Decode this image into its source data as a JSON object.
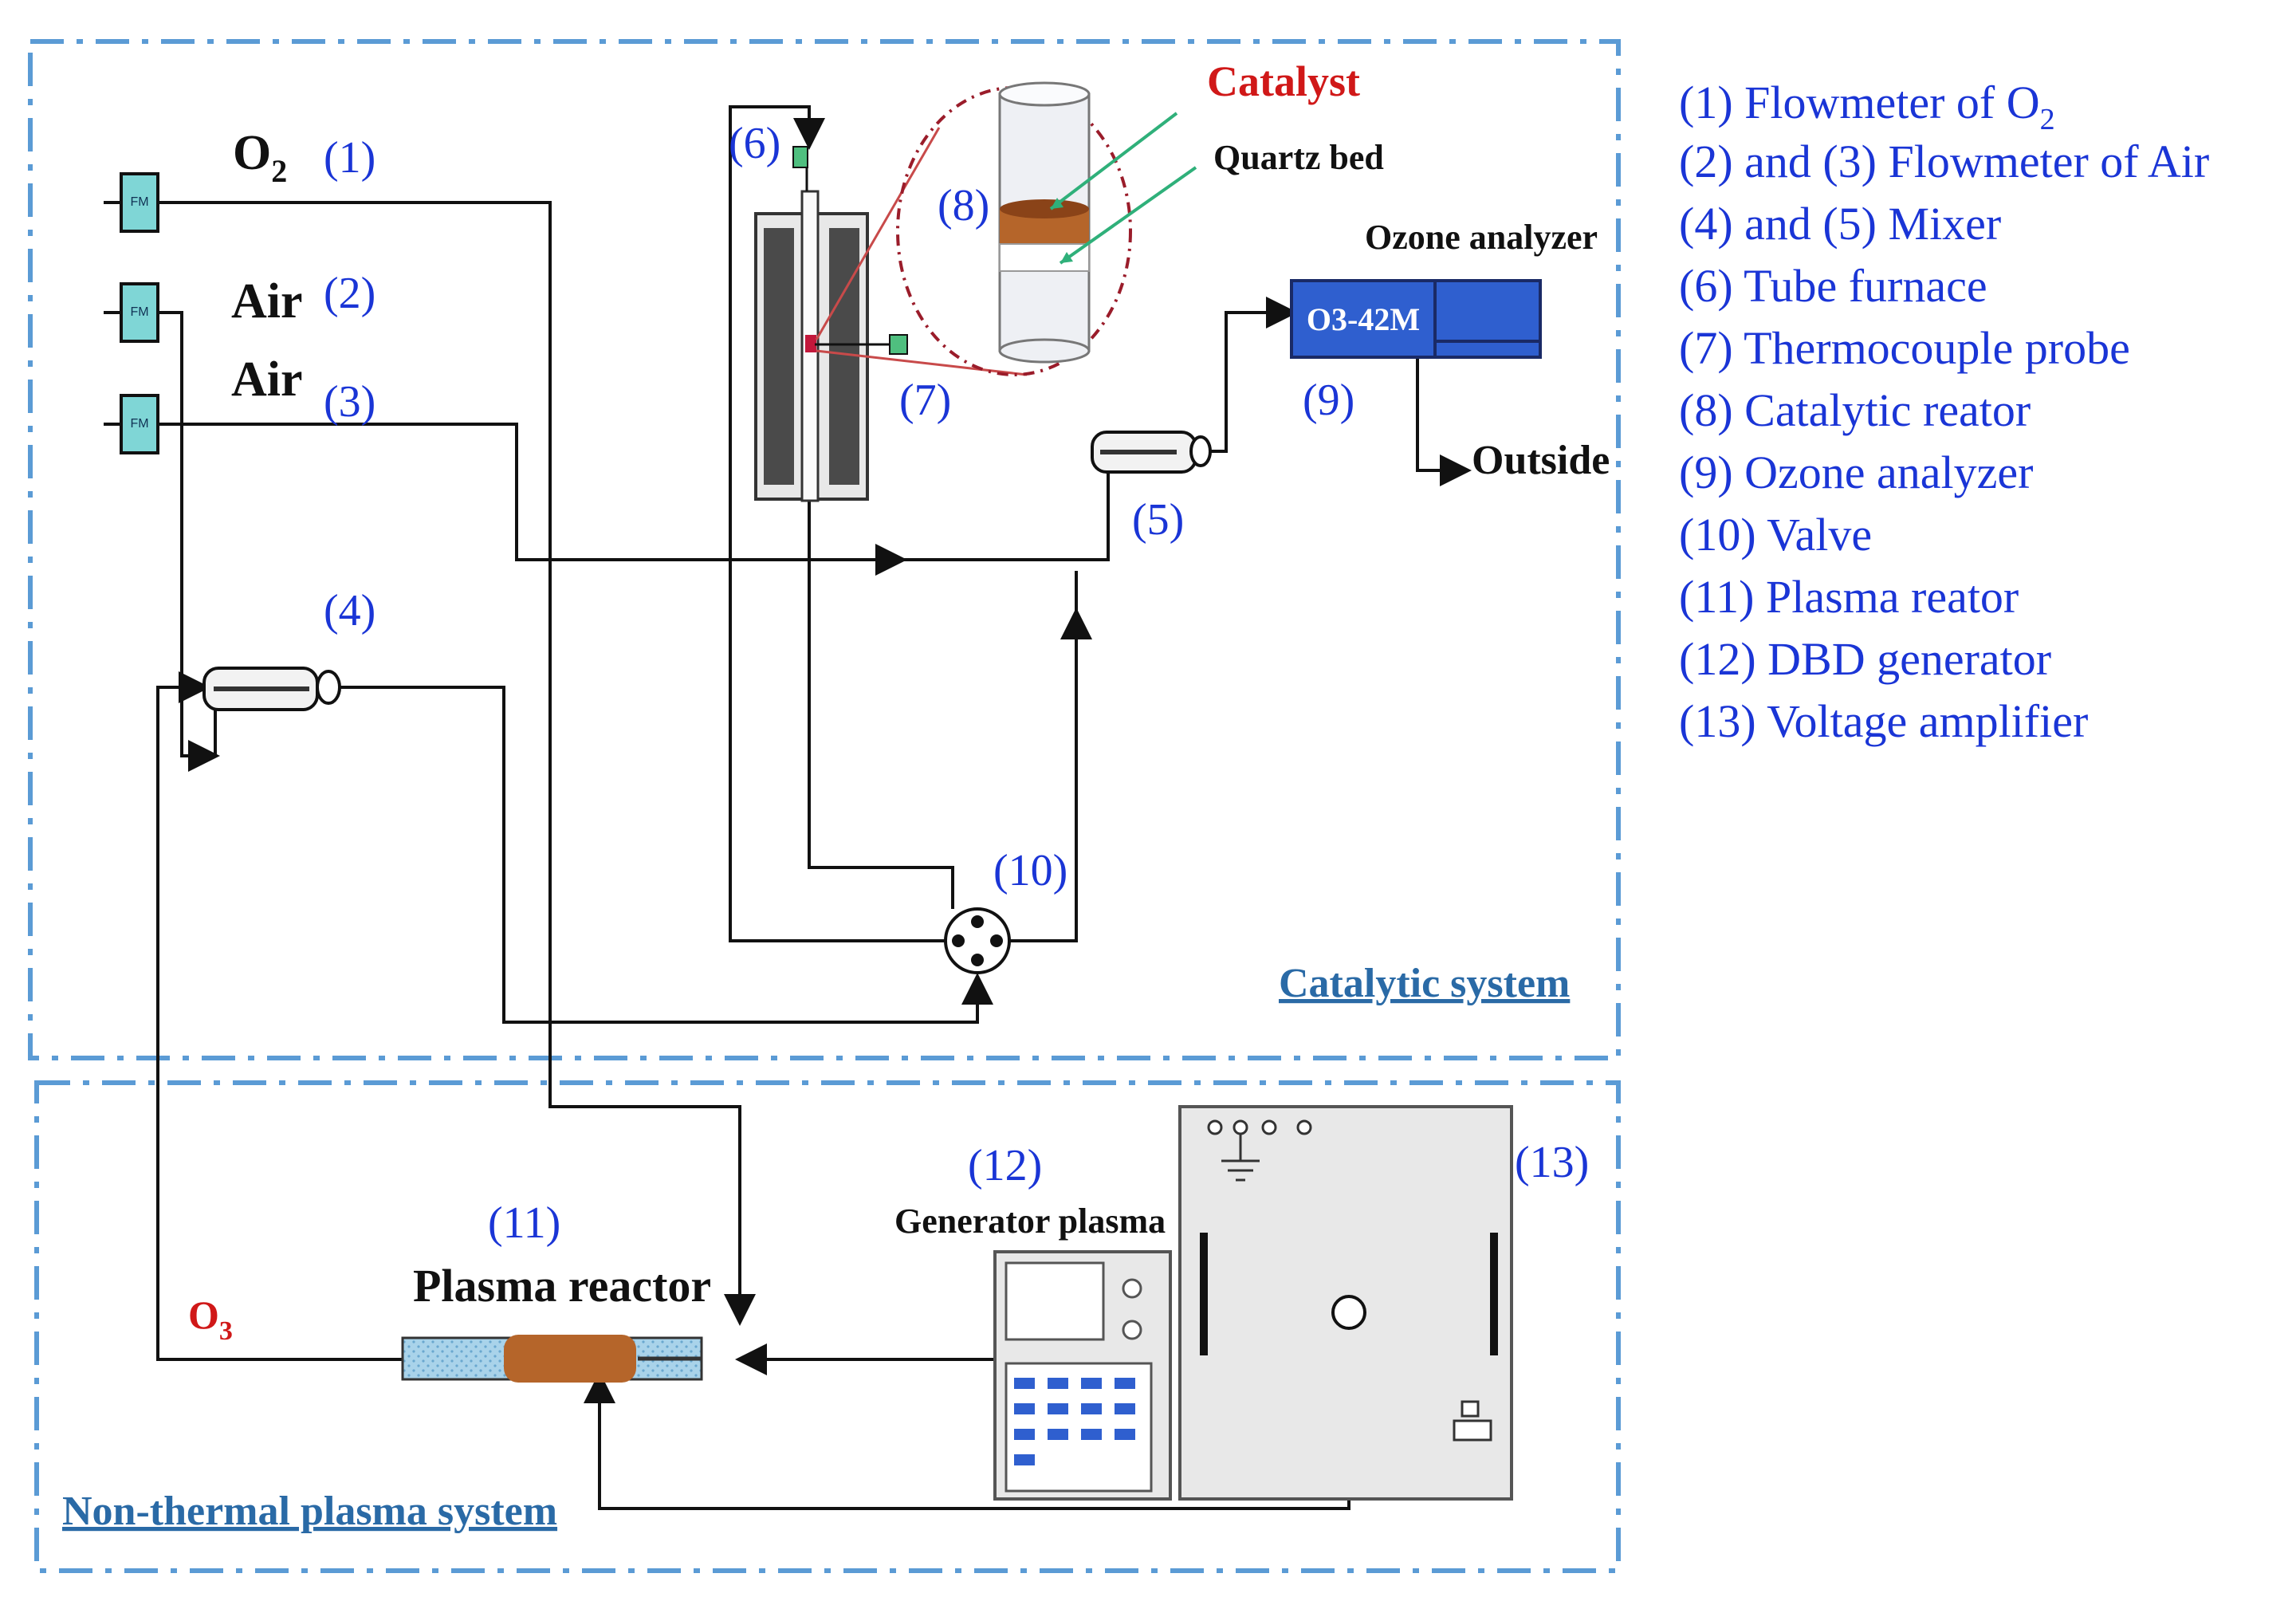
{
  "components": {
    "o2_label": "O",
    "o2_sub": "2",
    "air_label_2": "Air",
    "air_label_3": "Air",
    "catalyst": "Catalyst",
    "quartz_bed": "Quartz bed",
    "ozone_analyzer": "Ozone analyzer",
    "analyzer_model": "O3-42M",
    "outside": "Outside",
    "catalytic_system": "Catalytic system",
    "generator_plasma": "Generator plasma",
    "plasma_reactor": "Plasma reactor",
    "o3_label": "O",
    "o3_sub": "3",
    "non_thermal_system": "Non-thermal plasma system"
  },
  "numbers": [
    "(1)",
    "(2)",
    "(3)",
    "(4)",
    "(5)",
    "(6)",
    "(7)",
    "(8)",
    "(9)",
    "(10)",
    "(11)",
    "(12)",
    "(13)"
  ],
  "legend": [
    "(1) Flowmeter of O",
    "(2) and (3) Flowmeter of Air",
    "(4) and (5) Mixer",
    "(6) Tube furnace",
    "(7) Thermocouple probe",
    "(8) Catalytic reator",
    "(9) Ozone analyzer",
    "(10) Valve",
    "(11) Plasma reator",
    "(12) DBD generator",
    "(13) Voltage amplifier"
  ],
  "legend_sub": "2",
  "colors": {
    "label_blue": "#1a35d6",
    "system_blue": "#2a6aa6",
    "accent_red": "#d01818",
    "analyzer_blue": "#2f5fcf",
    "catalyst_brown": "#b5652a"
  }
}
